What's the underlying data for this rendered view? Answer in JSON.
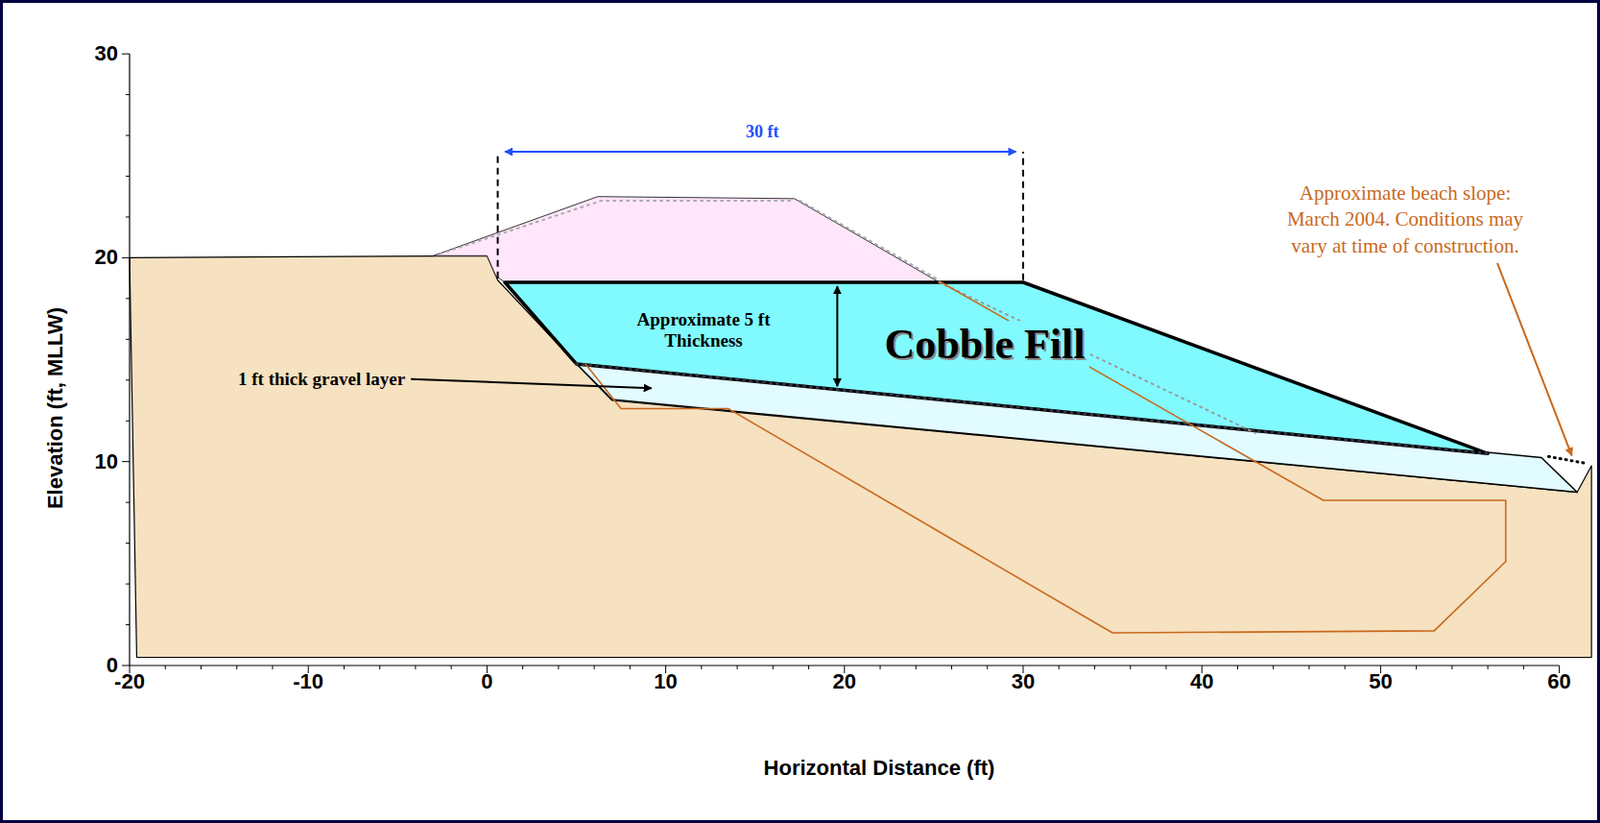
{
  "diagram": {
    "nodes": [
      {
        "text": [
          "Approximate 5 ft Thickness",
          "Cobble Fill"
        ]
      }
    ],
    "labels": [
      "30 ft",
      "Approximate beach slope: March 2004. Conditions may vary at time of construction.",
      "1 ft thick gravel layer",
      "30",
      "20",
      "10",
      "0",
      "-20",
      "-10",
      "0",
      "10",
      "20",
      "30",
      "40",
      "50",
      "60",
      "Elevation (ft, MLLW)",
      "Horizontal Distance (ft)"
    ]
  }
}
